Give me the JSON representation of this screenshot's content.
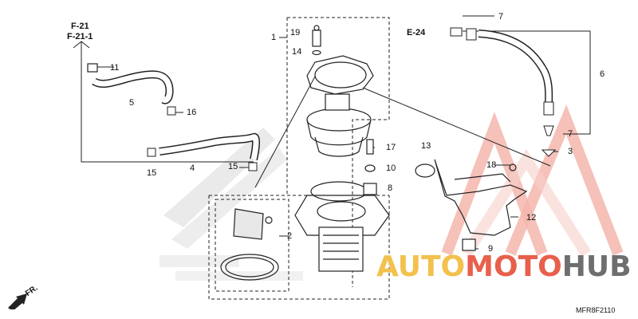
{
  "refs": {
    "f21": "F-21",
    "f211": "F-21-1",
    "e24": "E-24",
    "front": "FR."
  },
  "parts": {
    "p1": "1",
    "p2": "2",
    "p3": "3",
    "p4": "4",
    "p5": "5",
    "p6": "6",
    "p7a": "7",
    "p7b": "7",
    "p8": "8",
    "p9": "9",
    "p10": "10",
    "p11": "11",
    "p12": "12",
    "p13": "13",
    "p14": "14",
    "p15a": "15",
    "p15b": "15",
    "p16": "16",
    "p17": "17",
    "p18": "18",
    "p19": "19"
  },
  "watermark": {
    "part1": "AUTO",
    "part2": "MOTO",
    "part3": "HUB",
    "color1": "#f2c14e",
    "color2": "#e8604c",
    "color3": "#6e6e6e"
  },
  "diagram_code": "MFR8F2110",
  "line_color": "#222222"
}
